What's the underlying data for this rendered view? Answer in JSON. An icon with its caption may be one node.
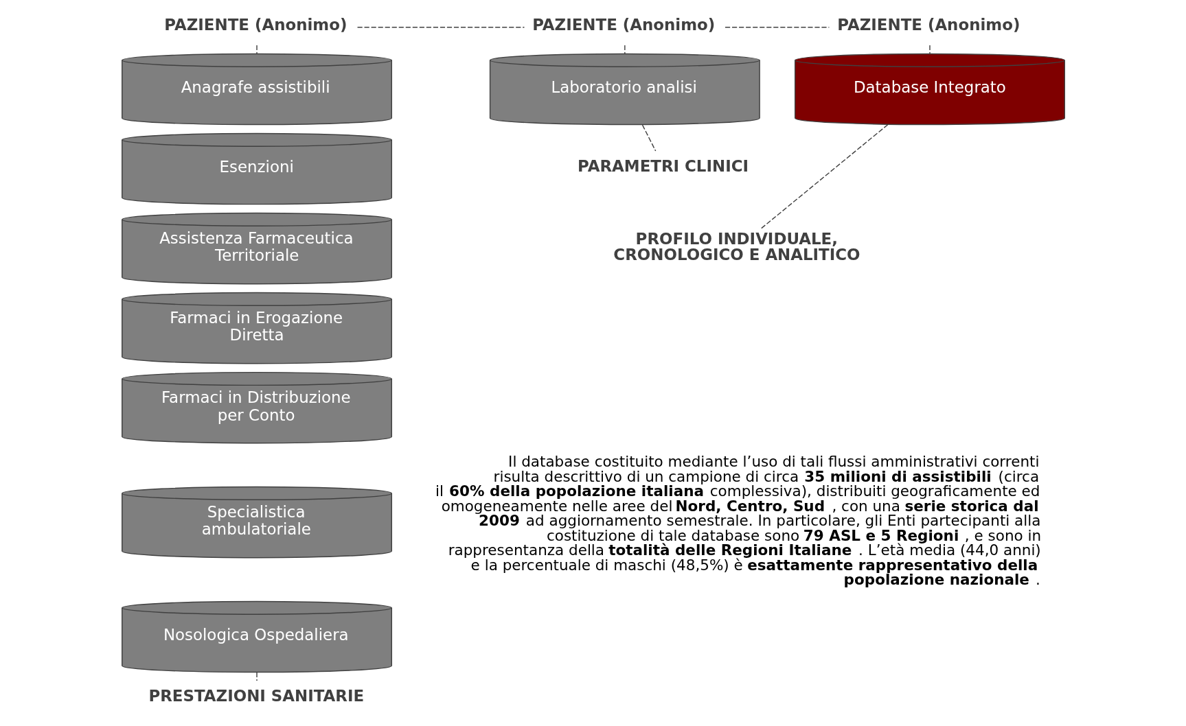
{
  "diagram": {
    "nodes": [
      {
        "text": [
          "PAZIENTE (Anonimo)"
        ]
      },
      {
        "text": [
          "PAZIENTE (Anonimo)"
        ]
      },
      {
        "text": [
          "PAZIENTE (Anonimo)"
        ]
      },
      {
        "text": [
          "Anagrafe assistibili"
        ]
      },
      {
        "text": [
          "Esenzioni"
        ]
      },
      {
        "text": [
          "Assistenza Farmaceutica Territoriale"
        ]
      },
      {
        "text": [
          "Farmaci in Erogazione Diretta"
        ]
      },
      {
        "text": [
          "Farmaci in Distribuzione per Conto"
        ]
      },
      {
        "text": [
          "Specialistica ambulatoriale"
        ]
      },
      {
        "text": [
          "Nosologica Ospedaliera"
        ]
      },
      {
        "text": [
          "PRESTAZIONI SANITARIE"
        ]
      },
      {
        "text": [
          "Laboratorio analisi"
        ]
      },
      {
        "text": [
          "PARAMETRI CLINICI"
        ]
      },
      {
        "text": [
          "Database Integrato"
        ]
      },
      {
        "text": [
          "PROFILO INDIVIDUALE, CRONOLOGICO E ANALITICO"
        ]
      }
    ],
    "edges": [
      {
        "from": 0,
        "to": 1,
        "arrow": "none",
        "style": "dashed"
      },
      {
        "from": 1,
        "to": 2,
        "arrow": "none",
        "style": "dashed"
      },
      {
        "from": 0,
        "to": 3,
        "arrow": "none",
        "style": "dashed"
      },
      {
        "from": 9,
        "to": 10,
        "arrow": "none",
        "style": "dashed"
      },
      {
        "from": 1,
        "to": 11,
        "arrow": "none",
        "style": "dashed"
      },
      {
        "from": 11,
        "to": 12,
        "arrow": "none",
        "style": "dashed"
      },
      {
        "from": 2,
        "to": 13,
        "arrow": "none",
        "style": "dashed"
      },
      {
        "from": 13,
        "to": 14,
        "arrow": "none",
        "style": "dashed"
      }
    ],
    "labels": [
      "Il database costituito mediante l’uso di tali flussi amministrativi correnti risulta descrittivo di un campione di circa **35 milioni di assistibili** (circa il **60% della popolazione italiana** complessiva), distribuiti geograficamente ed omogeneamente nelle aree del **Nord, Centro, Sud**, con una **serie storica dal 2009** ad aggiornamento semestrale. In particolare, gli Enti partecipanti alla costituzione di tale database sono **79 ASL e 5 Regioni**, e sono in rappresentanza della **totalità delle Regioni Italiane**. L’età media (44,0 anni) e la percentuale di maschi (48,5%) è **esattamente rappresentativo della popolazione nazionale**."
    ]
  }
}
